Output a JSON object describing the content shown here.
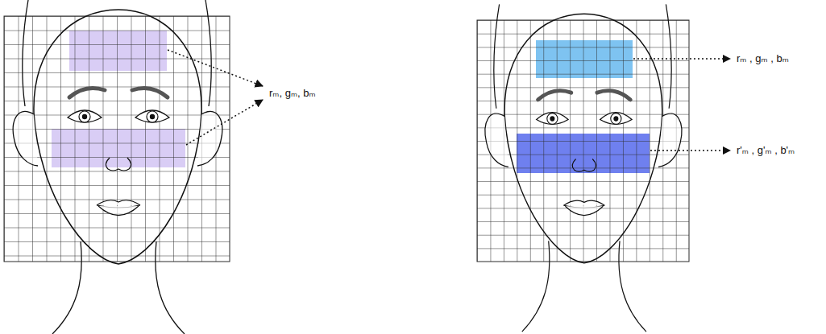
{
  "diagram": {
    "labels": [
      "rₘ, gₘ, bₘ",
      "rₘ , gₘ , bₘ",
      "r'ₘ , g'ₘ , b'ₘ"
    ]
  }
}
